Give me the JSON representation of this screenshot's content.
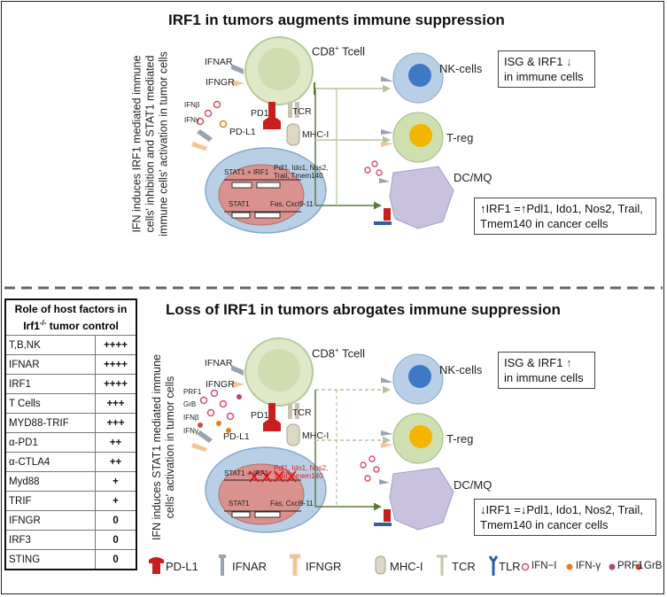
{
  "top_panel": {
    "title": "IRF1 in tumors augments immune suppression",
    "side_text_line1": "IFN induces IRF1 mediated immune",
    "side_text_line2": "cells' inhibition and STAT1 mediated",
    "side_text_line3": "immune cells' activation in tumor cells",
    "cd8_label": "CD8",
    "cd8_sup": "+",
    "cd8_suffix": " Tcell",
    "ifnar": "IFNAR",
    "ifngr": "IFNGR",
    "ifnb": "IFNβ",
    "ifng": "IFNγ",
    "pd1": "PD1",
    "tcr": "TCR",
    "pdl1": "PD-L1",
    "mhc": "MHC-I",
    "stat_irf": "STAT1 + IRF1",
    "genes1": "Pdl1, Ido1, Nos2,",
    "genes2": "Trail, Tmem140",
    "stat1": "STAT1",
    "fas": "Fas, Cxcl9-11",
    "nk": "NK-cells",
    "treg": "T-reg",
    "dc": "DC/MQ",
    "isg_line1": "ISG & IRF1",
    "isg_arrow": "↓",
    "isg_line2": "in immune cells",
    "result_line1": "↑IRF1 =↑Pdl1, Ido1, Nos2, Trail,",
    "result_line2": "Tmem140 in cancer cells"
  },
  "bottom_panel": {
    "title": "Loss of IRF1 in tumors abrogates immune suppression",
    "side_text_line1": "IFN induces STAT1 mediated immune",
    "side_text_line2": "cells' activation in tumor cells",
    "cd8_label": "CD8",
    "cd8_sup": "+",
    "cd8_suffix": " Tcell",
    "ifnar": "IFNAR",
    "ifngr": "IFNGR",
    "prf1": "PRF1",
    "grb": "GrB",
    "ifnb": "IFNβ",
    "ifng": "IFNγ",
    "pd1": "PD1",
    "tcr": "TCR",
    "pdl1": "PD-L1",
    "mhc": "MHC-I",
    "stat_irf": "STAT1 + IRF1",
    "genes1": "Pdl1, Ido1, Nos2,",
    "genes2": "Trail, Tmem140",
    "stat1": "STAT1",
    "fas": "Fas, Cxcl9-11",
    "nk": "NK-cells",
    "treg": "T-reg",
    "dc": "DC/MQ",
    "isg_line1": "ISG & IRF1",
    "isg_arrow": "↑",
    "isg_line2": "in immune cells",
    "result_line1": "↓IRF1 =↓Pdl1, Ido1, Nos2, Trail,",
    "result_line2": "Tmem140 in cancer cells"
  },
  "host_table": {
    "header_line1": "Role of host factors in",
    "header_line2": "Irf1",
    "header_sup": "-/-",
    "header_line2_suffix": " tumor control",
    "rows": [
      {
        "factor": "T,B,NK",
        "value": "++++"
      },
      {
        "factor": "IFNAR",
        "value": "++++"
      },
      {
        "factor": "IRF1",
        "value": "++++"
      },
      {
        "factor": "T Cells",
        "value": "+++"
      },
      {
        "factor": "MYD88-TRIF",
        "value": "+++"
      },
      {
        "factor": "α-PD1",
        "value": "++"
      },
      {
        "factor": "α-CTLA4",
        "value": "++"
      },
      {
        "factor": "Myd88",
        "value": "+"
      },
      {
        "factor": "TRIF",
        "value": "+"
      },
      {
        "factor": "IFNGR",
        "value": "0"
      },
      {
        "factor": "IRF3",
        "value": "0"
      },
      {
        "factor": "STING",
        "value": "0"
      }
    ]
  },
  "legend": {
    "items": [
      "PD-L1",
      "IFNAR",
      "IFNGR",
      "MHC-I",
      "TCR",
      "TLR",
      "IFN−I",
      "IFN-γ",
      "PRF1",
      "GrB"
    ]
  },
  "colors": {
    "tcell_green": "#dfe8c7",
    "tumor_blue": "#b8cfe6",
    "nucleus_pink": "#d9928e",
    "nk_nucleus": "#3f79c6",
    "treg_nucleus": "#f4b400",
    "dc_purple": "#c9c2df",
    "pdl1_red": "#c81e1e",
    "ifnar_grey": "#9aa3b3",
    "ifngr_peach": "#f2c49a",
    "tlr_blue": "#2f5da8",
    "ifn_i": "#d94c6a",
    "ifn_g": "#e87d1e",
    "prf1": "#b0457a",
    "grb": "#cc4a3a",
    "arrow_green": "#5e7a3a"
  }
}
